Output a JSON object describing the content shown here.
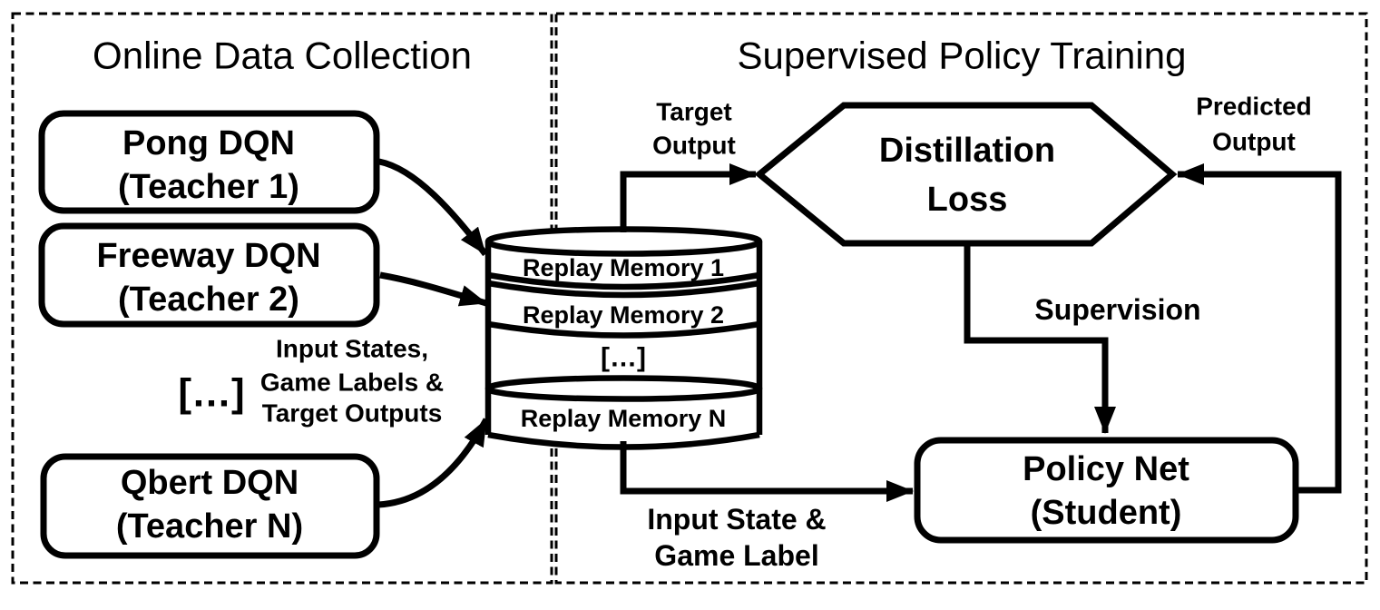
{
  "panels": {
    "left_title": "Online Data Collection",
    "right_title": "Supervised Policy Training"
  },
  "teachers": [
    {
      "line1": "Pong DQN",
      "line2": "(Teacher 1)"
    },
    {
      "line1": "Freeway DQN",
      "line2": "(Teacher 2)"
    },
    {
      "line1": "Qbert DQN",
      "line2": "(Teacher N)"
    }
  ],
  "ellipsis_between_teachers": "[…]",
  "collection_annotation": {
    "line1": "Input States,",
    "line2": "Game Labels &",
    "line3": "Target Outputs"
  },
  "replay_memory": {
    "rows": [
      "Replay Memory 1",
      "Replay Memory 2",
      "[…]",
      "Replay Memory N"
    ]
  },
  "loss_node": {
    "line1": "Distillation",
    "line2": "Loss"
  },
  "policy_net": {
    "line1": "Policy Net",
    "line2": "(Student)"
  },
  "labels": {
    "target_output": {
      "line1": "Target",
      "line2": "Output"
    },
    "predicted_output": {
      "line1": "Predicted",
      "line2": "Output"
    },
    "supervision": "Supervision",
    "input_state": {
      "line1": "Input State &",
      "line2": "Game Label"
    }
  },
  "colors": {
    "stroke": "#000000",
    "background": "#ffffff",
    "text": "#000000"
  }
}
